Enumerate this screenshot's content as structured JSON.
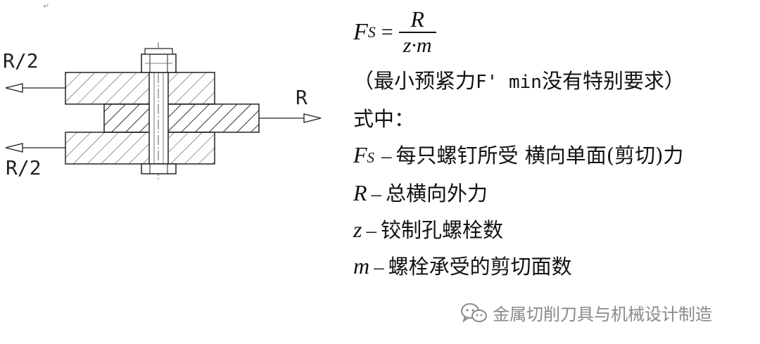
{
  "diagram": {
    "load_top_left": "R/2",
    "load_bottom_left": "R/2",
    "load_right": "R"
  },
  "formula": {
    "lhs_var": "F",
    "lhs_sub": "S",
    "equals": "=",
    "numerator": "R",
    "denominator": "z·m"
  },
  "note": {
    "open": "（最小预紧力",
    "code": "F' min",
    "close": " 没有特别要求）"
  },
  "legend_heading": "式中：",
  "definitions": [
    {
      "var": "F",
      "sub": "S",
      "dash": "–",
      "text": "每只螺钉所受 横向单面(剪切)力"
    },
    {
      "var": "R",
      "sub": "",
      "dash": "–",
      "text": "总横向外力"
    },
    {
      "var": "z",
      "sub": "",
      "dash": "–",
      "text": "铰制孔螺栓数"
    },
    {
      "var": "m",
      "sub": "",
      "dash": "–",
      "text": "螺栓承受的剪切面数"
    }
  ],
  "watermark": {
    "icon": "wechat-icon",
    "text": "金属切削刀具与机械设计制造"
  },
  "colors": {
    "ink": "#111111",
    "drawing": "#222222",
    "watermark": "#8a8a8a"
  }
}
